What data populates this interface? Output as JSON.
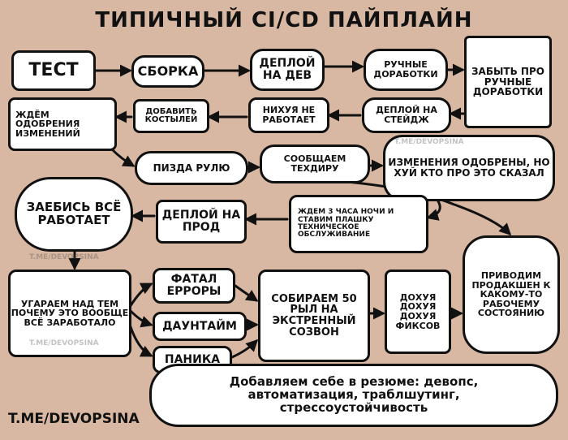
{
  "title": "ТИПИЧНЫЙ CI/CD ПАЙПЛАЙН",
  "nodes": {
    "test": "ТЕСТ",
    "build": "СБОРКА",
    "deploy_dev": "ДЕПЛОЙ НА ДЕВ",
    "manual_fixes": "РУЧНЫЕ ДОРАБОТКИ",
    "forget_manual": "ЗАБЫТЬ ПРО РУЧНЫЕ ДОРАБОТКИ",
    "deploy_stage": "ДЕПЛОЙ НА СТЕЙДЖ",
    "not_working": "НИХУЯ НЕ РАБОТАЕТ",
    "add_crutches": "ДОБАВИТЬ КОСТЫЛЕЙ",
    "wait_approval": "ЖДЁМ ОДОБРЕНИЯ ИЗМЕНЕНИЙ",
    "rudder": "ПИЗДА РУЛЮ",
    "tell_tech": "СООБЩАЕМ ТЕХДИРУ",
    "approved": "ИЗМЕНЕНИЯ ОДОБРЕНЫ, НО ХУЙ КТО ПРО ЭТО СКАЗАЛ",
    "wait_3am": "ЖДЕМ 3 ЧАСА НОЧИ И СТАВИМ ПЛАШКУ ТЕХНИЧЕСКОЕ ОБСЛУЖИВАНИЕ",
    "deploy_prod": "ДЕПЛОЙ НА ПРОД",
    "works": "ЗАЕБИСЬ ВСЁ РАБОТАЕТ",
    "laugh": "УГАРАЕМ НАД ТЕМ ПОЧЕМУ ЭТО ВООБЩЕ ВСЁ ЗАРАБОТАЛО",
    "fatal": "ФАТАЛ ЕРРОРЫ",
    "downtime": "ДАУНТАЙМ",
    "panic": "ПАНИКА",
    "call": "СОБИРАЕМ 50 РЫЛ НА ЭКСТРЕННЫЙ СОЗВОН",
    "fixes": "ДОХУЯ ДОХУЯ ДОХУЯ ФИКСОВ",
    "restore": "ПРИВОДИМ ПРОДАКШЕН К КАКОМУ-ТО РАБОЧЕМУ СОСТОЯНИЮ",
    "resume": "Добавляем себе в резюме: девопс, автоматизация, траблшутинг, стрессоустойчивость"
  },
  "watermark": "T.ME/DEVOPSINA",
  "footer": "T.ME/DEVOPSINA"
}
